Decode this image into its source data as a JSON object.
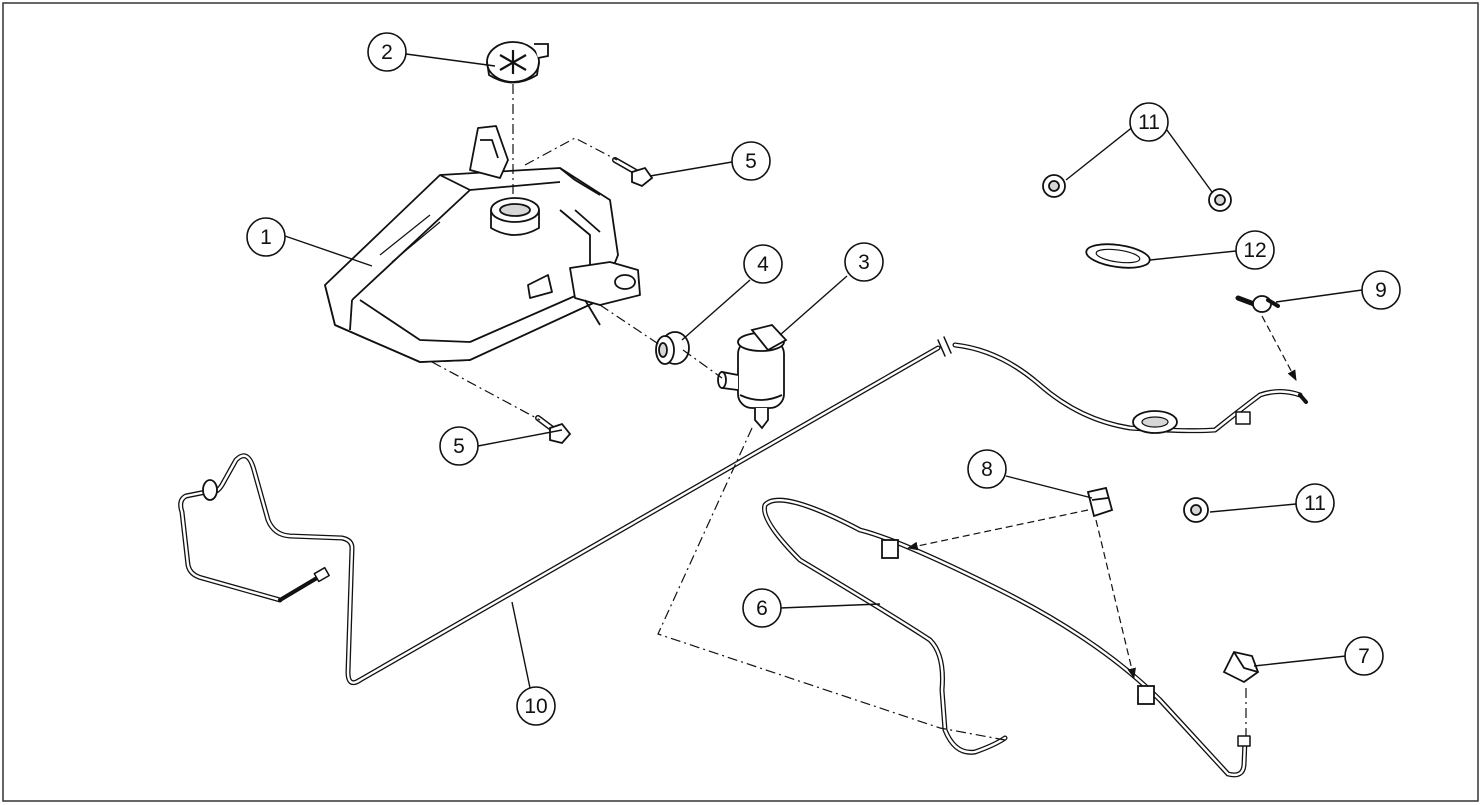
{
  "diagram": {
    "style": "line-art exploded view",
    "colors": {
      "line": "#111111",
      "fill": "#ffffff",
      "shade": "#d6d6d6",
      "frame": "#333333"
    },
    "callouts": [
      {
        "id": "c1",
        "label": "1"
      },
      {
        "id": "c2",
        "label": "2"
      },
      {
        "id": "c3",
        "label": "3"
      },
      {
        "id": "c4",
        "label": "4"
      },
      {
        "id": "c5a",
        "label": "5"
      },
      {
        "id": "c5b",
        "label": "5"
      },
      {
        "id": "c6",
        "label": "6"
      },
      {
        "id": "c7",
        "label": "7"
      },
      {
        "id": "c8",
        "label": "8"
      },
      {
        "id": "c9",
        "label": "9"
      },
      {
        "id": "c10",
        "label": "10"
      },
      {
        "id": "c11a",
        "label": "11"
      },
      {
        "id": "c11b",
        "label": "11"
      },
      {
        "id": "c12",
        "label": "12"
      }
    ]
  }
}
